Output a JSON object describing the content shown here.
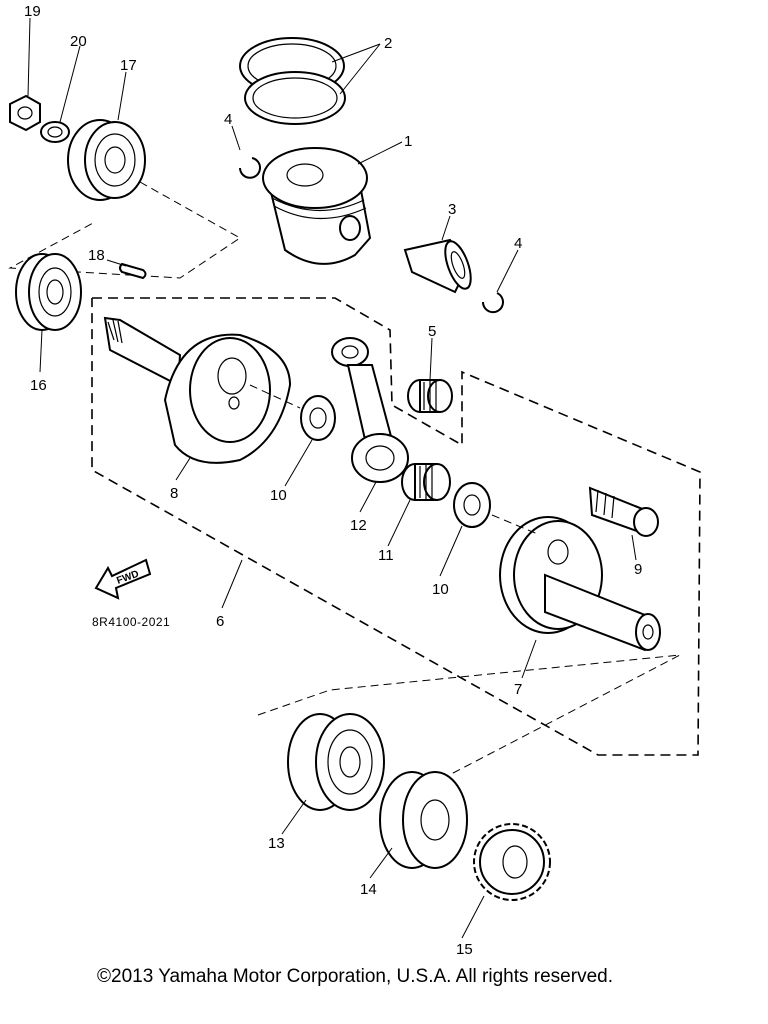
{
  "diagram": {
    "part_numbers": {
      "p1": "1",
      "p2": "2",
      "p3": "3",
      "p4a": "4",
      "p4b": "4",
      "p5": "5",
      "p6": "6",
      "p7": "7",
      "p8": "8",
      "p9": "9",
      "p10a": "10",
      "p10b": "10",
      "p11": "11",
      "p12": "12",
      "p13": "13",
      "p14": "14",
      "p15": "15",
      "p16": "16",
      "p17": "17",
      "p18": "18",
      "p19": "19",
      "p20": "20"
    },
    "fwd_label": "FWD",
    "drawing_code": "8R4100-2021"
  },
  "footer": {
    "copyright": "©2013 Yamaha Motor Corporation, U.S.A. All rights reserved."
  }
}
